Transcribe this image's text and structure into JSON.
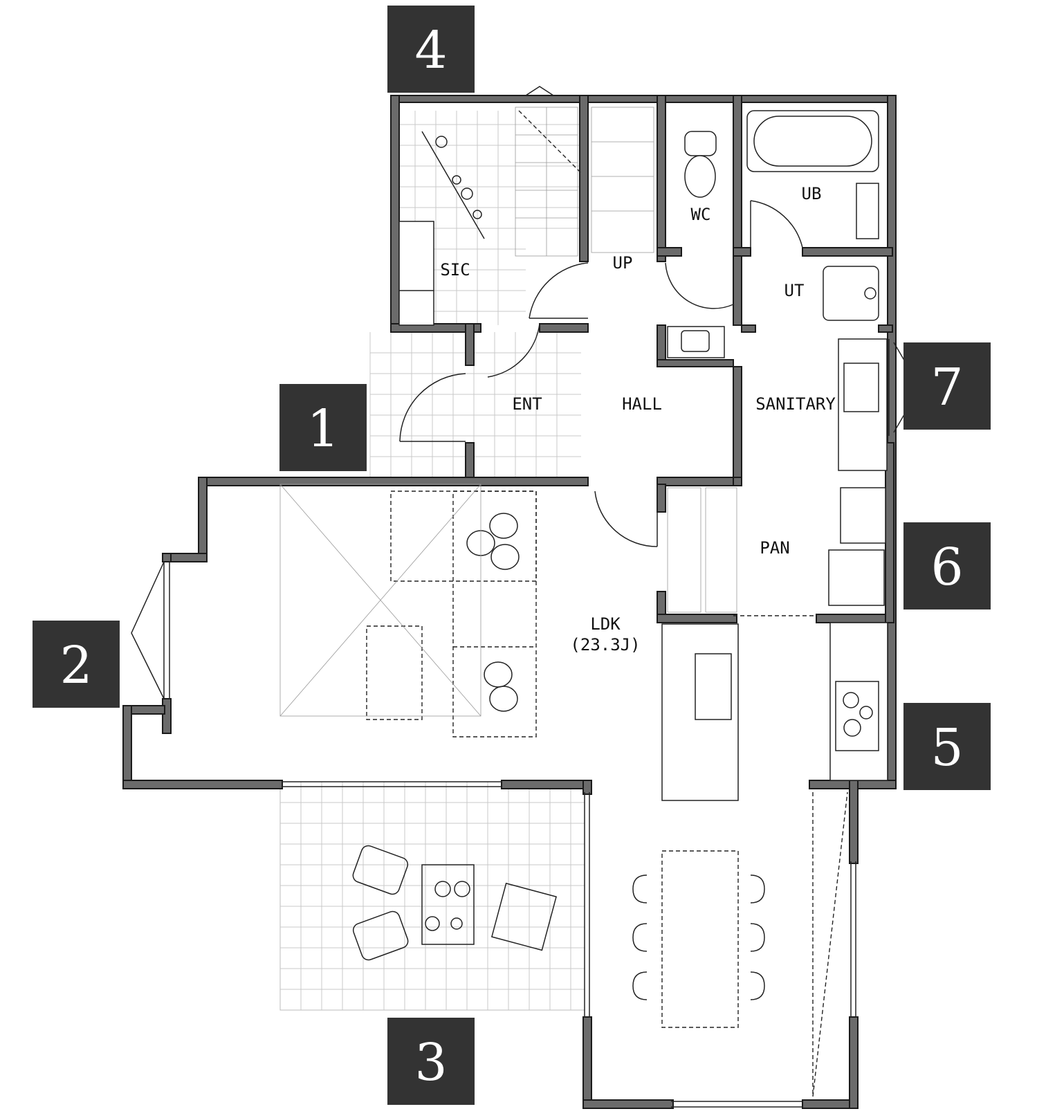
{
  "rooms": {
    "sic": "SIC",
    "up": "UP",
    "wc": "WC",
    "ub": "UB",
    "ut": "UT",
    "ent": "ENT",
    "hall": "HALL",
    "sanitary": "SANITARY",
    "pan": "PAN",
    "ldk": "LDK",
    "ldk_area": "(23.3J)"
  },
  "markers": [
    "1",
    "2",
    "3",
    "4",
    "5",
    "6",
    "7"
  ],
  "colors": {
    "wall": "#6b6b6b",
    "wall_outline": "#1a1a1a",
    "marker_background": "#333333",
    "marker_text": "#ffffff"
  }
}
